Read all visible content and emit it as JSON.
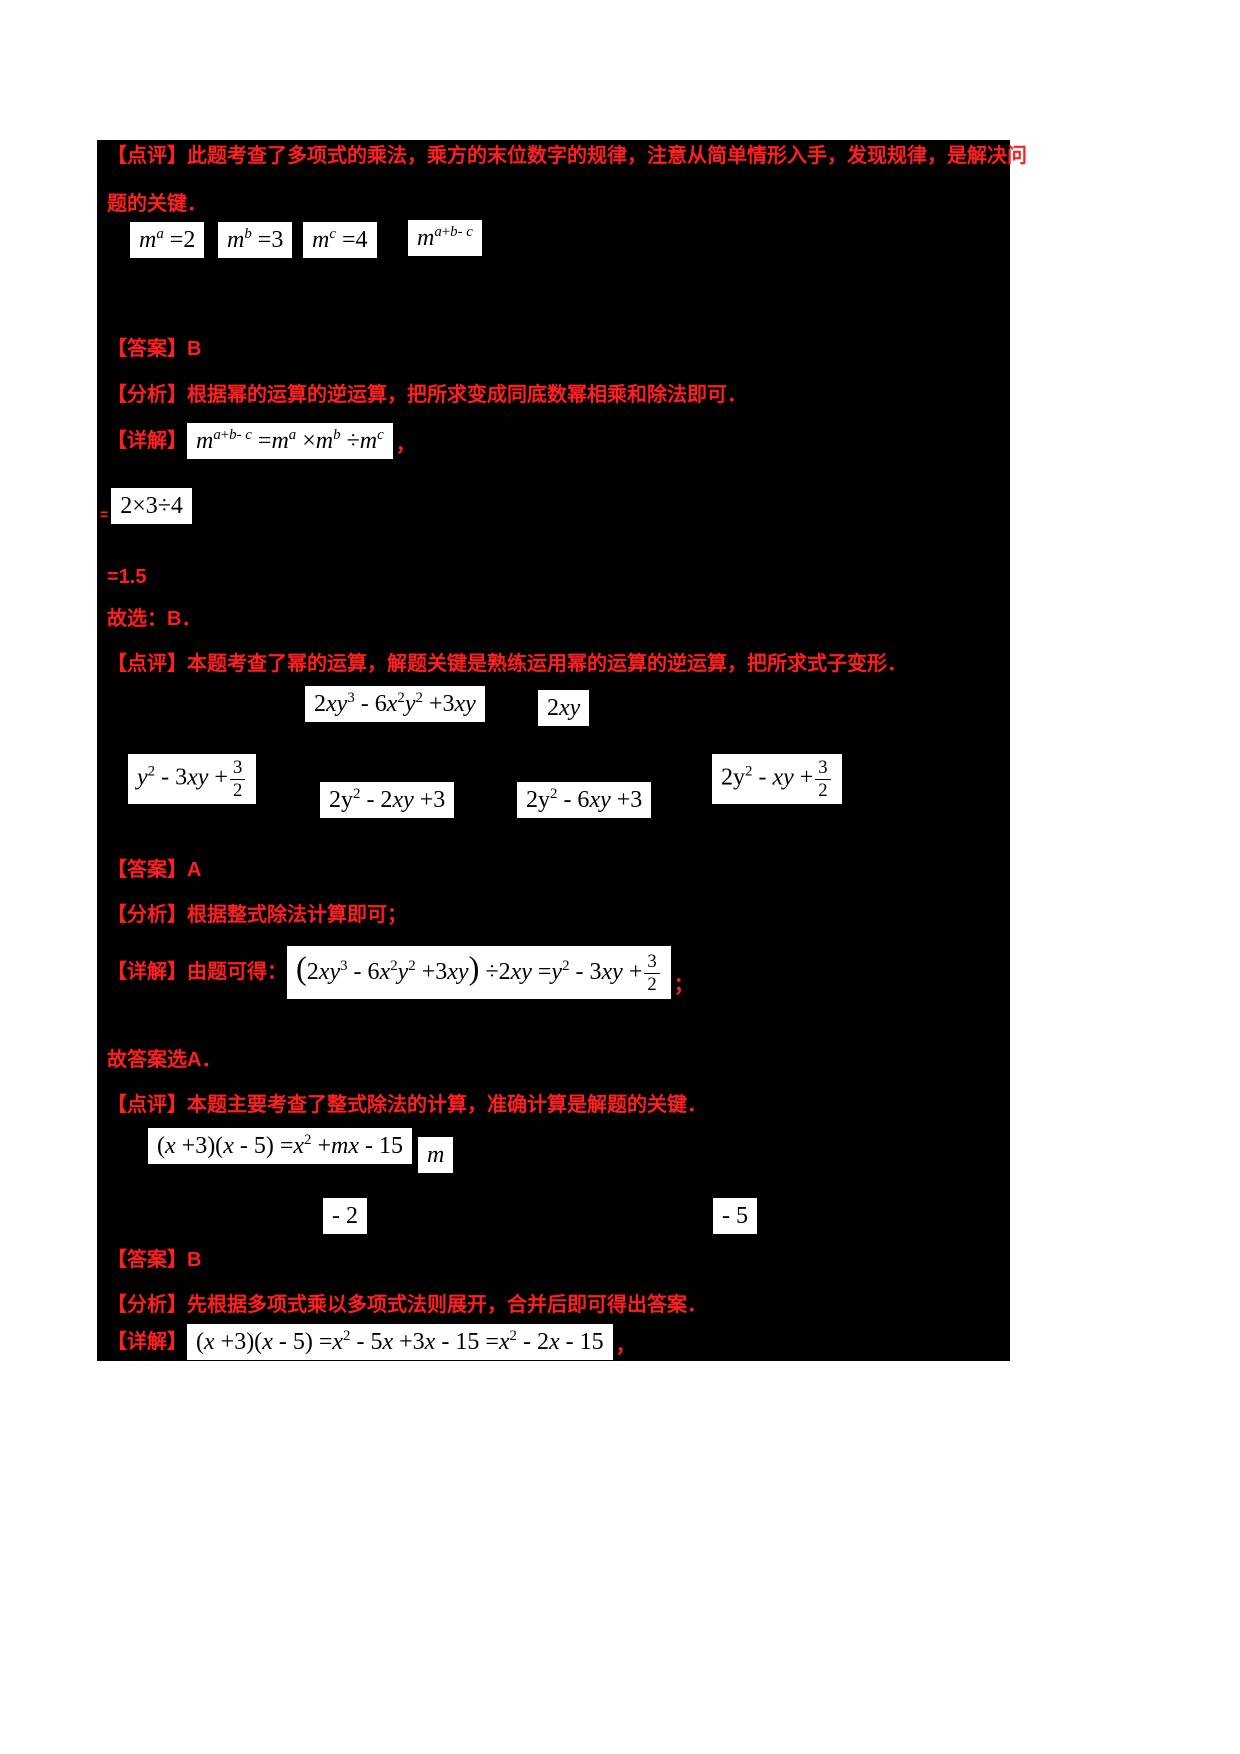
{
  "page": {
    "background": "#ffffff",
    "panel_background": "#000000",
    "text_color": "#ff1f1f",
    "formula_background": "#ffffff",
    "formula_text_color": "#000000"
  },
  "content": {
    "comment1_line1": "【点评】此题考查了多项式的乘法，乘方的末位数字的规律，注意从简单情形入手，发现规律，是解决问",
    "comment1_line2": "题的关键．",
    "answer1": "【答案】B",
    "analysis1": "【分析】根据幂的运算的逆运算，把所求变成同底数幂相乘和除法即可．",
    "detail1_label": "【详解】",
    "detail1_suffix": "，",
    "eq_prefix": "=",
    "eq_result": "=1.5",
    "conclusion1": "故选：B．",
    "comment2": "【点评】本题考查了幂的运算，解题关键是熟练运用幂的运算的逆运算，把所求式子变形．",
    "answer2": "【答案】A",
    "analysis2": "【分析】根据整式除法计算即可；",
    "detail2_label": "【详解】由题可得：",
    "detail2_suffix": "；",
    "conclusion2": "故答案选A．",
    "comment3": "【点评】本题主要考查了整式除法的计算，准确计算是解题的关键．",
    "answer3": "【答案】B",
    "analysis3": "【分析】先根据多项式乘以多项式法则展开，合并后即可得出答案．",
    "detail3_label": "【详解】",
    "detail3_suffix": "，"
  },
  "formulas": {
    "m_a": "<i>m</i><sup><i>a</i></sup> =2",
    "m_b": "<i>m</i><sup><i>b</i></sup> =3",
    "m_c": "<i>m</i><sup><i>c</i></sup> =4",
    "m_abc": "<i>m</i><sup><i>a</i>+<i>b</i>- <i>c</i></sup>",
    "detail1": "<i>m</i><sup><i>a</i>+<i>b</i>- <i>c</i></sup> =<i>m</i><sup><i>a</i></sup> ×<i>m</i><sup><i>b</i></sup> ÷<i>m</i><sup><i>c</i></sup>",
    "calc": "2×3÷4",
    "dividend": "2<i>xy</i><sup>3</sup> - 6<i>x</i><sup>2</sup><i>y</i><sup>2</sup> +3<i>xy</i>",
    "divisor": "2<i>xy</i>",
    "option_a": "<i>y</i><sup>2</sup> - 3<i>xy</i> +<span class='frac'><span class='num'>3</span><span class='den'>2</span></span>",
    "option_b": "2y<sup>2</sup> - 2<i>xy</i> +3",
    "option_c": "2y<sup>2</sup> - 6<i>xy</i> +3",
    "option_d": "2y<sup>2</sup> - <i>xy</i> +<span class='frac'><span class='num'>3</span><span class='den'>2</span></span>",
    "detail2": "<span class='bp'>(</span>2<i>xy</i><sup>3</sup> - 6<i>x</i><sup>2</sup><i>y</i><sup>2</sup> +3<i>xy</i><span class='bp'>)</span> ÷2<i>xy</i> =<i>y</i><sup>2</sup> - 3<i>xy</i> +<span class='frac'><span class='num'>3</span><span class='den'>2</span></span>",
    "m_expand": "(<i>x</i> +3)(<i>x</i> - 5) =<i>x</i><sup>2</sup> +<i>mx</i> - 15",
    "m_var": "<i>m</i>",
    "neg2": "- 2",
    "neg5": "- 5",
    "detail3": "(<i>x</i> +3)(<i>x</i> - 5) =<i>x</i><sup>2</sup> - 5<i>x</i> +3<i>x</i> - 15 =<i>x</i><sup>2</sup> - 2<i>x</i> - 15"
  }
}
